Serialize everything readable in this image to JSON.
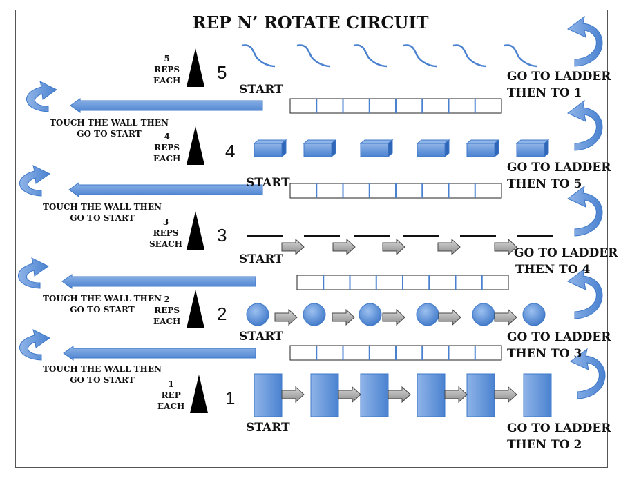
{
  "title": "REP N’ ROTATE CIRCUIT",
  "colors": {
    "blue": "#5b8fd8",
    "blue_dark": "#2f66b8",
    "grey_arrow": "#9a9a9a",
    "cone": "#000000"
  },
  "stations": [
    {
      "number": "5",
      "reps": [
        "5",
        "REPS",
        "EACH"
      ],
      "start": "START",
      "goto": [
        "GO TO LADDER",
        "THEN TO 1"
      ],
      "touch": [
        "TOUCH THE WALL THEN",
        "GO TO START"
      ],
      "obstacle": "hurdle-wave"
    },
    {
      "number": "4",
      "reps": [
        "4",
        "REPS",
        "EACH"
      ],
      "start": "START",
      "goto": [
        "GO TO LADDER",
        "THEN TO 5"
      ],
      "touch": [
        "TOUCH THE WALL THEN",
        "GO TO START"
      ],
      "obstacle": "block"
    },
    {
      "number": "3",
      "reps": [
        "3",
        "REPS",
        "SEACH"
      ],
      "start": "START",
      "goto": [
        "GO TO LADDER",
        "THEN TO 4"
      ],
      "touch": [
        "TOUCH THE WALL THEN",
        "GO TO START"
      ],
      "obstacle": "line"
    },
    {
      "number": "2",
      "reps": [
        "2",
        "REPS",
        "EACH"
      ],
      "start": "START",
      "goto": [
        "GO TO LADDER",
        "THEN TO 3"
      ],
      "touch": [
        "TOUCH THE WALL THEN",
        "GO TO START"
      ],
      "obstacle": "circle"
    },
    {
      "number": "1",
      "reps": [
        "1",
        "REP",
        "EACH"
      ],
      "start": "START",
      "goto": [
        "GO TO LADDER",
        "THEN TO 2"
      ],
      "obstacle": "tall-block"
    }
  ]
}
